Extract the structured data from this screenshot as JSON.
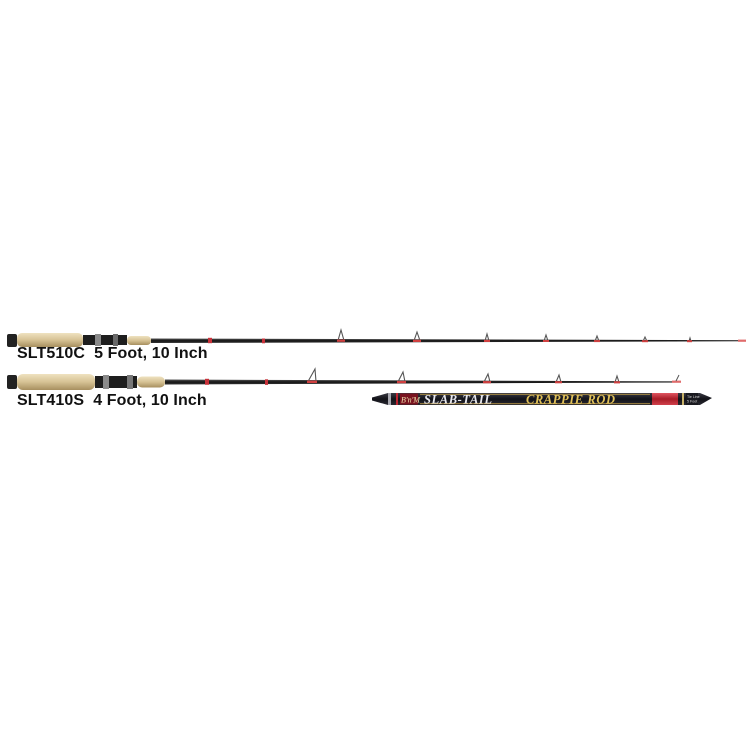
{
  "rods": [
    {
      "model": "SLT510C",
      "length": "5 Foot, 10 Inch"
    },
    {
      "model": "SLT410S",
      "length": "4 Foot, 10 Inch"
    }
  ],
  "banner": {
    "logo_text": "B'n'M",
    "word1": "SLAB-TAIL",
    "word2": "CRAPPIE ROD",
    "fine_print_1": "Tie Line",
    "fine_print_2": "5 Foot"
  },
  "colors": {
    "background": "#ffffff",
    "cork": "#d8c59a",
    "blank": "#1c1c1c",
    "wrap_red": "#c8323a",
    "banner_dark": "#1a1a20",
    "banner_red": "#b5202c",
    "banner_text": "#e2c25a"
  }
}
